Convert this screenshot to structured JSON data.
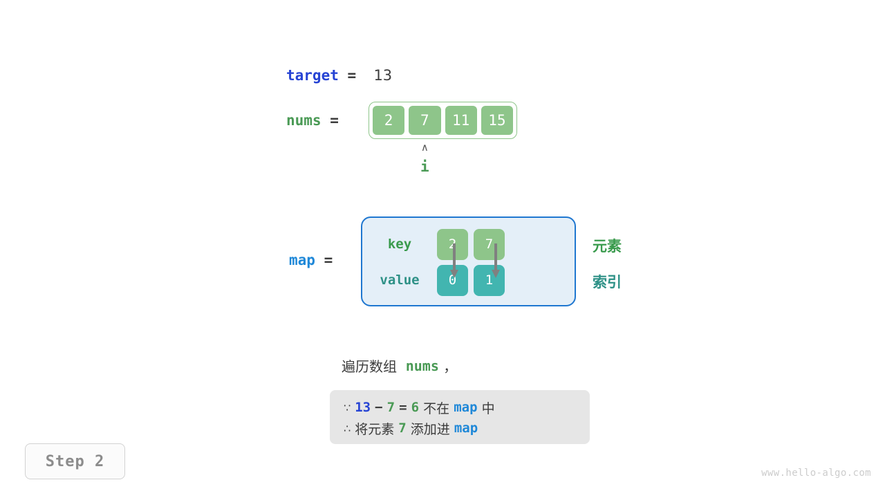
{
  "target": {
    "var_label": "target",
    "equals": "=",
    "value": "13"
  },
  "nums": {
    "var_label": "nums",
    "equals": "=",
    "cells": [
      "2",
      "7",
      "11",
      "15"
    ],
    "pointer": {
      "caret": "∧",
      "label": "i",
      "index": 1
    }
  },
  "map": {
    "var_label": "map",
    "equals": "=",
    "key_row_label": "key",
    "value_row_label": "value",
    "keys": [
      "2",
      "7"
    ],
    "values": [
      "0",
      "1"
    ],
    "annotation_keys": "元素",
    "annotation_values": "索引"
  },
  "caption": {
    "prefix": "遍历数组",
    "var": "nums",
    "suffix": "，"
  },
  "note": {
    "line1": {
      "symbol": "∵",
      "a": "13",
      "minus": "−",
      "b": "7",
      "equals": "=",
      "result": "6",
      "text": "不在",
      "map": "map",
      "tail": "中"
    },
    "line2": {
      "symbol": "∴",
      "text1": "将元素",
      "value": "7",
      "text2": "添加进",
      "map": "map"
    }
  },
  "step_badge": {
    "label": "Step 2"
  },
  "watermark": {
    "text": "www.hello-algo.com"
  },
  "colors": {
    "var_blue": "#2744d4",
    "map_blue": "#1f88d8",
    "green": "#4a9a55",
    "cell_green": "#8ec58a",
    "cell_teal": "#42b5b0",
    "map_fill": "#e4eff8",
    "map_border": "#1f77d0",
    "note_bg": "#e6e6e6",
    "arrow_gray": "#808080"
  }
}
